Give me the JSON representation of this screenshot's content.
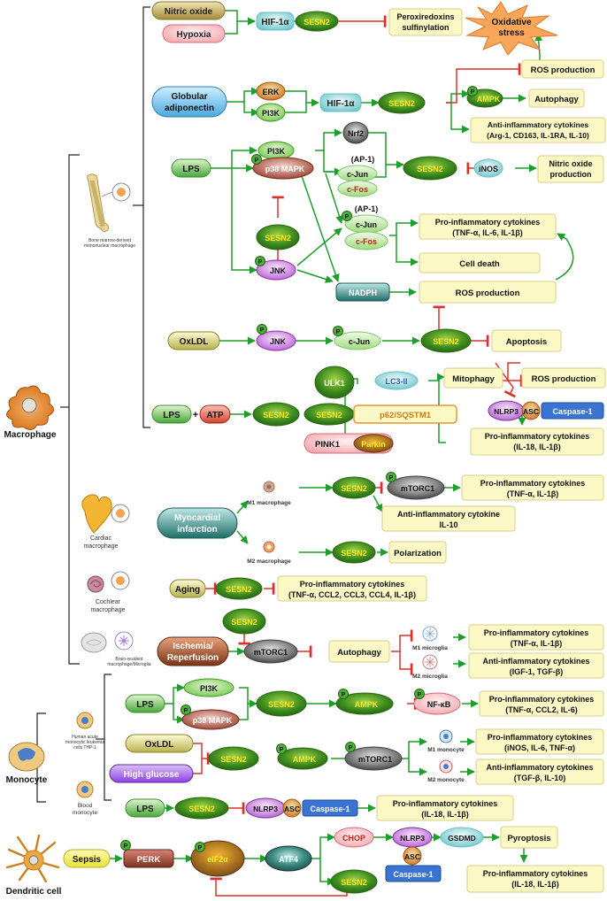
{
  "cell_types": {
    "macrophage": "Macrophage",
    "monocyte": "Monocyte",
    "dendritic": "Dendritic cell"
  },
  "sublabels": {
    "bmdm": [
      "Bone marrow-derived",
      "mononuclear macrophage"
    ],
    "cardiac": [
      "Cardiac",
      "macrophage"
    ],
    "cochlear": [
      "Cochlear",
      "macrophage"
    ],
    "brain": [
      "Brain-resident",
      "macrophage/Microglia"
    ],
    "thp1": [
      "Human acute",
      "monocytic leukemia",
      "cells THP-1"
    ],
    "blood": [
      "Blood",
      "monocyte"
    ],
    "m1_macrophage": "M1 macrophage",
    "m2_macrophage": "M2 macrophage",
    "m1_microglia": "M1 microglia",
    "m2_microglia": "M2 microglia",
    "m1_monocyte": "M1 monocyte",
    "m2_monocyte": "M2 monocyte"
  },
  "nodes": {
    "nitric_oxide": "Nitric oxide",
    "hypoxia": "Hypoxia",
    "hif1a": "HIF-1α",
    "sesn2": "SESN2",
    "perox": [
      "Peroxiredoxins",
      "sulfinylation"
    ],
    "oxstress": [
      "Oxidative",
      "stress"
    ],
    "globular": [
      "Globular",
      "adiponectin"
    ],
    "erk": "ERK",
    "pi3k": "PI3K",
    "ros": "ROS production",
    "ampk": "AMPK",
    "autophagy": "Autophagy",
    "antiinf1": [
      "Anti-inflammatory cytokines",
      "(Arg-1, CD163, IL-1RA, IL-10)"
    ],
    "nrf2": "Nrf2",
    "ap1": "(AP-1)",
    "cjun": "c-Jun",
    "cfos": "c-Fos",
    "lps": "LPS",
    "p38": "p38 MAPK",
    "inos": "iNOS",
    "no_prod": [
      "Nitric oxide",
      "production"
    ],
    "proinf_tnf": [
      "Pro-inflammatory cytokines",
      "(TNF-α, IL-6, IL-1β)"
    ],
    "celldeath": "Cell death",
    "jnk": "JNK",
    "nadph": "NADPH",
    "oxldl": "OxLDL",
    "apoptosis": "Apoptosis",
    "ulk1": "ULK1",
    "lc3": "LC3-II",
    "mitophagy": "Mitophagy",
    "atp": "ATP",
    "plus": "+",
    "p62": "p62/SQSTM1",
    "pink1": "PINK1",
    "parkin": "Parkin",
    "nlrp3": "NLRP3",
    "asc": "ASC",
    "casp1": "Caspase-1",
    "proinf_il18": [
      "Pro-inflammatory cytokines",
      "(IL-18, IL-1β)"
    ],
    "mi": [
      "Myocardial",
      "infarction"
    ],
    "mtorc1": "mTORC1",
    "proinf_tnf2": [
      "Pro-inflammatory cytokines",
      "(TNF-α, IL-1β)"
    ],
    "antiinf_il10": [
      "Anti-inflammatory cytokine",
      "IL-10"
    ],
    "polarization": "Polarization",
    "aging": "Aging",
    "proinf_ccl": [
      "Pro-inflammatory cytokines",
      "(TNF-α, CCL2, CCL3, CCL4, IL-1β)"
    ],
    "ischemia": [
      "Ischemia/",
      "Reperfusion"
    ],
    "antiinf_igf": [
      "Anti-inflammatory cytokines",
      "(IGF-1, TGF-β)"
    ],
    "nfkb": "NF-κB",
    "proinf_ccl2": [
      "Pro-inflammatory cytokines",
      "(TNF-α, CCL2, IL-6)"
    ],
    "highglucose": "High glucose",
    "proinf_inos": [
      "Pro-inflammatory cytokines",
      "(iNOS, IL-6, TNF-α)"
    ],
    "antiinf_tgf": [
      "Anti-inflammatory cytokines",
      "(TGF-β, IL-10)"
    ],
    "sepsis": "Sepsis",
    "perk": "PERK",
    "eif2a": "eIF2α",
    "atf4": "ATF4",
    "chop": "CHOP",
    "gsdmd": "GSDMD",
    "pyroptosis": "Pyroptosis",
    "p": "P"
  },
  "colors": {
    "activation": "#1e9e2a",
    "inhibition": "#d9322c",
    "bracket": "#222222",
    "sesn2_text": "#f4e92a",
    "cytokine_box": "#fdf9c7"
  }
}
